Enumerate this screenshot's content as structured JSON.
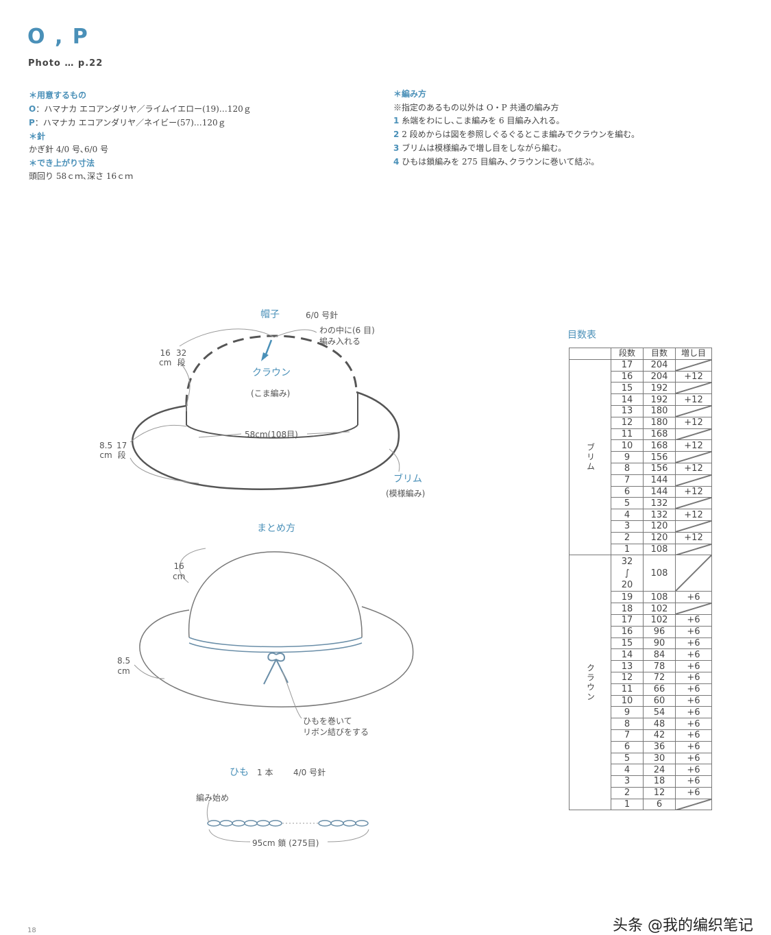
{
  "header": {
    "title": "O , P",
    "photo": "Photo … p.22"
  },
  "materials": {
    "heading": "＊用意するもの",
    "items": [
      {
        "label": "O",
        "text": "：ハマナカ エコアンダリヤ／ライムイエロー(19)…120ｇ"
      },
      {
        "label": "P",
        "text": "：ハマナカ エコアンダリヤ／ネイビー(57)…120ｇ"
      }
    ],
    "needle_heading": "＊針",
    "needle_text": "かぎ針 4/0 号､6/0 号",
    "size_heading": "＊でき上がり寸法",
    "size_text": "頭回り 58ｃｍ､深さ 16ｃｍ"
  },
  "method": {
    "heading": "＊編み方",
    "note": "※指定のあるもの以外は O・P 共通の編み方",
    "steps": [
      {
        "num": "1",
        "text": "糸端をわにし､こま編みを 6 目編み入れる｡"
      },
      {
        "num": "2",
        "text": "2 段めからは図を参照しぐるぐるとこま編みでクラウンを編む｡"
      },
      {
        "num": "3",
        "text": "ブリムは模様編みで増し目をしながら編む｡"
      },
      {
        "num": "4",
        "text": "ひもは鎖編みを 275 目編み､クラウンに巻いて結ぶ｡"
      }
    ]
  },
  "diagram_hat": {
    "title": "帽子",
    "needle": "6/0 号針",
    "center_note_1": "わの中に(6 目)",
    "center_note_2": "編み入れる",
    "crown_label": "クラウン",
    "crown_stitch": "(こま編み)",
    "depth_cm": "16",
    "depth_cm_unit": "cm",
    "depth_rows": "32",
    "depth_rows_unit": "段",
    "circ": "58cm(108目)",
    "brim_cm": "8.5",
    "brim_cm_unit": "cm",
    "brim_rows": "17",
    "brim_rows_unit": "段",
    "brim_label": "ブリム",
    "brim_stitch": "(模様編み)"
  },
  "diagram_finish": {
    "title": "まとめ方",
    "depth": "16",
    "depth_unit": "cm",
    "brim": "8.5",
    "brim_unit": "cm",
    "note_1": "ひもを巻いて",
    "note_2": "リボン結びをする"
  },
  "diagram_cord": {
    "title": "ひも",
    "count": "1 本",
    "needle": "4/0 号針",
    "start": "編み始め",
    "length": "95cm 鎖 (275目)"
  },
  "count_table": {
    "title": "目数表",
    "headers": [
      "段数",
      "目数",
      "増し目"
    ],
    "brim_label": "ブリム",
    "crown_label": "クラウン",
    "brim_rows": [
      [
        "17",
        "204",
        ""
      ],
      [
        "16",
        "204",
        "+12"
      ],
      [
        "15",
        "192",
        ""
      ],
      [
        "14",
        "192",
        "+12"
      ],
      [
        "13",
        "180",
        ""
      ],
      [
        "12",
        "180",
        "+12"
      ],
      [
        "11",
        "168",
        ""
      ],
      [
        "10",
        "168",
        "+12"
      ],
      [
        "9",
        "156",
        ""
      ],
      [
        "8",
        "156",
        "+12"
      ],
      [
        "7",
        "144",
        ""
      ],
      [
        "6",
        "144",
        "+12"
      ],
      [
        "5",
        "132",
        ""
      ],
      [
        "4",
        "132",
        "+12"
      ],
      [
        "3",
        "120",
        ""
      ],
      [
        "2",
        "120",
        "+12"
      ],
      [
        "1",
        "108",
        ""
      ]
    ],
    "crown_range": {
      "top": "32",
      "mid": "∫",
      "bottom": "20",
      "count": "108"
    },
    "crown_rows": [
      [
        "19",
        "108",
        "+6"
      ],
      [
        "18",
        "102",
        ""
      ],
      [
        "17",
        "102",
        "+6"
      ],
      [
        "16",
        "96",
        "+6"
      ],
      [
        "15",
        "90",
        "+6"
      ],
      [
        "14",
        "84",
        "+6"
      ],
      [
        "13",
        "78",
        "+6"
      ],
      [
        "12",
        "72",
        "+6"
      ],
      [
        "11",
        "66",
        "+6"
      ],
      [
        "10",
        "60",
        "+6"
      ],
      [
        "9",
        "54",
        "+6"
      ],
      [
        "8",
        "48",
        "+6"
      ],
      [
        "7",
        "42",
        "+6"
      ],
      [
        "6",
        "36",
        "+6"
      ],
      [
        "5",
        "30",
        "+6"
      ],
      [
        "4",
        "24",
        "+6"
      ],
      [
        "3",
        "18",
        "+6"
      ],
      [
        "2",
        "12",
        "+6"
      ],
      [
        "1",
        "6",
        ""
      ]
    ]
  },
  "footer": {
    "watermark": "头条 @我的编织笔记",
    "page": "18"
  }
}
